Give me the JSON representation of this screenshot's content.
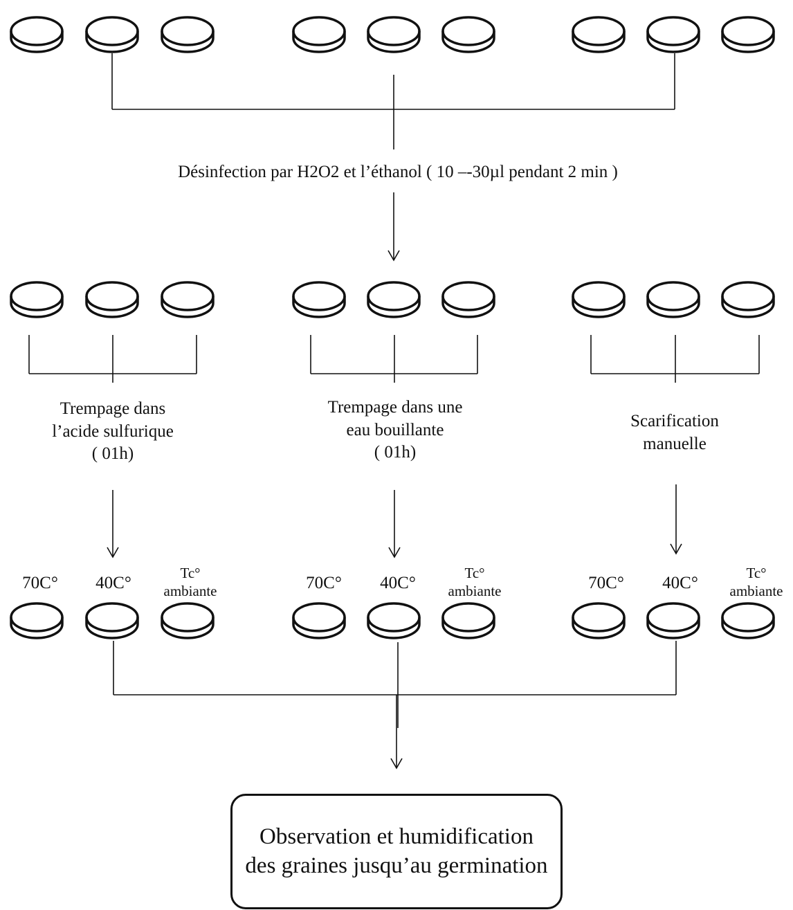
{
  "disinfection": "Désinfection par H2O2 et l’éthanol ( 10 –-30µl pendant  2 min )",
  "treatments": [
    {
      "lines": [
        "Trempage  dans",
        "l’acide sulfurique",
        "( 01h)"
      ]
    },
    {
      "lines": [
        "Trempage  dans une",
        "eau bouillante",
        "( 01h)"
      ]
    },
    {
      "lines": [
        "Scarification",
        "manuelle"
      ]
    }
  ],
  "temperatures": {
    "t70": "70C°",
    "t40": "40C°",
    "tc": "Tc°",
    "ambient": "ambiante"
  },
  "final_box": "Observation  et humidification des graines  jusqu’au germination"
}
